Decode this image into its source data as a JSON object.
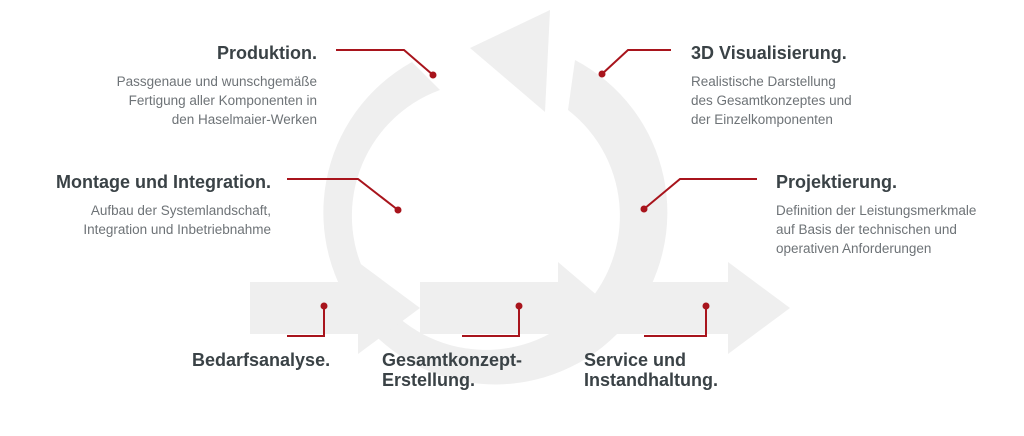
{
  "colors": {
    "accent": "#a8141c",
    "shape_fill": "#efefef",
    "title_text": "#3a4246",
    "desc_text": "#6e7377"
  },
  "stages": {
    "produktion": {
      "title": "Produktion.",
      "desc": [
        "Passgenaue und wunschgemäße",
        "Fertigung aller Komponenten in",
        "den Haselmaier-Werken"
      ]
    },
    "visualisierung": {
      "title": "3D Visualisierung.",
      "desc": [
        "Realistische Darstellung",
        "des Gesamtkonzeptes und",
        "der Einzelkomponenten"
      ]
    },
    "montage": {
      "title": "Montage und Integration.",
      "desc": [
        "Aufbau der Systemlandschaft,",
        "Integration und Inbetriebnahme"
      ]
    },
    "projektierung": {
      "title": "Projektierung.",
      "desc": [
        "Definition der Leistungsmerkmale",
        "auf Basis der technischen und",
        "operativen Anforderungen"
      ]
    },
    "bedarfsanalyse": {
      "title": [
        "Bedarfsanalyse."
      ]
    },
    "gesamtkonzept": {
      "title": [
        "Gesamtkonzept-",
        "Erstellung."
      ]
    },
    "service": {
      "title": [
        "Service und",
        "Instandhaltung."
      ]
    }
  }
}
